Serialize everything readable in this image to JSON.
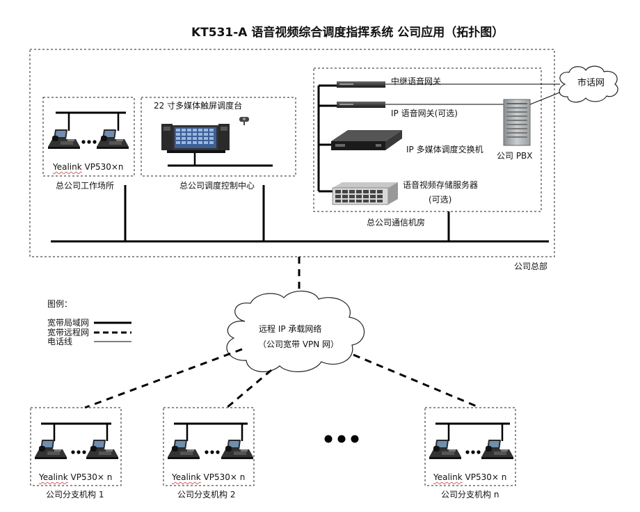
{
  "title": "KT531-A  语音视频综合调度指挥系统  公司应用（拓扑图）",
  "headquarters": {
    "label": "公司总部",
    "workplace": {
      "label": "总公司工作场所",
      "phone_brand": "Yealink",
      "phone_model": "VP530×n"
    },
    "control_center": {
      "label": "总公司调度控制中心",
      "console_label": "22 寸多媒体触屏调度台"
    },
    "machine_room": {
      "label": "总公司通信机房",
      "trunk_gateway": "中继语音网关",
      "ip_gateway": "IP 语音网关(可选)",
      "media_switch": "IP 多媒体调度交换机",
      "storage_server_line1": "语音视频存储服务器",
      "storage_server_line2": "(可选)",
      "pbx": "公司 PBX"
    },
    "pstn": "市话网"
  },
  "wan": {
    "line1": "远程 IP 承载网络",
    "line2": "（公司宽带 VPN 网）"
  },
  "legend": {
    "title": "图例：",
    "items": [
      "宽带局域网",
      "宽带远程网",
      "电话线"
    ]
  },
  "branches": [
    {
      "label": "公司分支机构 1",
      "phone_brand": "Yealink",
      "phone_model": "VP530× n"
    },
    {
      "label": "公司分支机构 2",
      "phone_brand": "Yealink",
      "phone_model": "VP530× n"
    },
    {
      "label": "公司分支机构 n",
      "phone_brand": "Yealink",
      "phone_model": "VP530× n"
    }
  ]
}
